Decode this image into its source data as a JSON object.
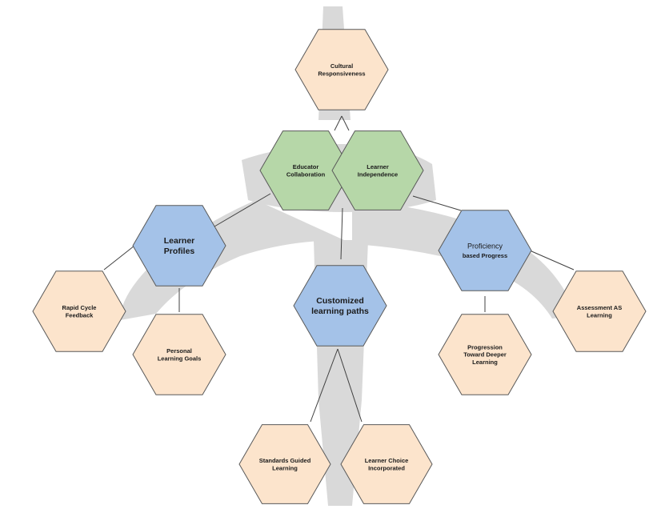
{
  "diagram": {
    "nodes": [
      {
        "id": "cultural",
        "lines": [
          "Cultural",
          "Responsiveness"
        ],
        "category": "outcome"
      },
      {
        "id": "educator",
        "lines": [
          "Educator",
          "Collaboration"
        ],
        "category": "core"
      },
      {
        "id": "independence",
        "lines": [
          "Learner",
          "Independence"
        ],
        "category": "core"
      },
      {
        "id": "profiles",
        "lines": [
          "Learner",
          "Profiles"
        ],
        "category": "pillar"
      },
      {
        "id": "customized",
        "lines": [
          "Customized",
          "learning paths"
        ],
        "category": "pillar"
      },
      {
        "id": "proficiency",
        "lines": [
          "Proficiency",
          "based Progress"
        ],
        "category": "pillar"
      },
      {
        "id": "rapid",
        "lines": [
          "Rapid Cycle",
          "Feedback"
        ],
        "category": "outcome"
      },
      {
        "id": "personal",
        "lines": [
          "Personal",
          "Learning Goals"
        ],
        "category": "outcome"
      },
      {
        "id": "standards",
        "lines": [
          "Standards Guided",
          "Learning"
        ],
        "category": "outcome"
      },
      {
        "id": "choice",
        "lines": [
          "Learner Choice",
          "Incorporated"
        ],
        "category": "outcome"
      },
      {
        "id": "progression",
        "lines": [
          "Progression",
          "Toward Deeper",
          "Learning"
        ],
        "category": "outcome"
      },
      {
        "id": "assessment",
        "lines": [
          "Assessment AS",
          "Learning"
        ],
        "category": "outcome"
      }
    ],
    "edges": [
      [
        "cultural",
        "educator"
      ],
      [
        "cultural",
        "independence"
      ],
      [
        "educator",
        "profiles"
      ],
      [
        "independence",
        "customized"
      ],
      [
        "independence",
        "proficiency"
      ],
      [
        "profiles",
        "rapid"
      ],
      [
        "profiles",
        "personal"
      ],
      [
        "customized",
        "standards"
      ],
      [
        "customized",
        "choice"
      ],
      [
        "proficiency",
        "progression"
      ],
      [
        "proficiency",
        "assessment"
      ]
    ],
    "colors": {
      "outcome_fill": "#fce4cc",
      "core_fill": "#b6d7a8",
      "pillar_fill": "#a4c2e8",
      "stroke": "#595959",
      "connector": "#404040",
      "background_shape": "#d9d9d9"
    }
  }
}
